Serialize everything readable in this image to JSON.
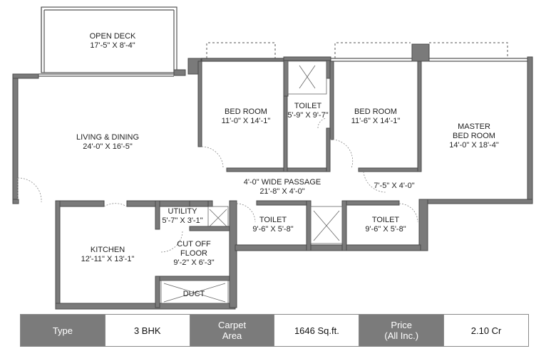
{
  "rooms": {
    "open_deck": {
      "name": "OPEN DECK",
      "size": "17'-5\" X 8'-4\""
    },
    "living": {
      "name": "LIVING & DINING",
      "size": "24'-0\" X 16'-5\""
    },
    "bed1": {
      "name": "BED ROOM",
      "size": "11'-0\" X 14'-1\""
    },
    "toilet_top": {
      "name": "TOILET",
      "size": "5'-9\" X 9'-7\""
    },
    "bed2": {
      "name": "BED ROOM",
      "size": "11'-6\" X 14'-1\""
    },
    "master_line1": "MASTER",
    "master_line2": "BED ROOM",
    "master_size": "14'-0\" X 18'-4\"",
    "passage": {
      "name": "4'-0\" WIDE PASSAGE",
      "size": "21'-8\" X 4'-0\""
    },
    "lobby_size": "7'-5\" X 4'-0\"",
    "utility": {
      "name": "UTILITY",
      "size": "5'-7\" X 3'-1\""
    },
    "toilet_mid": {
      "name": "TOILET",
      "size": "9'-6\" X 5'-8\""
    },
    "toilet_right": {
      "name": "TOILET",
      "size": "9'-6\" X 5'-8\""
    },
    "kitchen": {
      "name": "KITCHEN",
      "size": "12'-11\" X 13'-1\""
    },
    "cutoff_line1": "CUT OFF",
    "cutoff_line2": "FLOOR",
    "cutoff_size": "9'-2\" X 6'-3\"",
    "duct": "DUCT"
  },
  "specs": {
    "type_label": "Type",
    "type_value": "3 BHK",
    "carpet_label_1": "Carpet",
    "carpet_label_2": "Area",
    "carpet_value": "1646 Sq.ft.",
    "price_label_1": "Price",
    "price_label_2": "(All Inc.)",
    "price_value": "2.10 Cr"
  }
}
